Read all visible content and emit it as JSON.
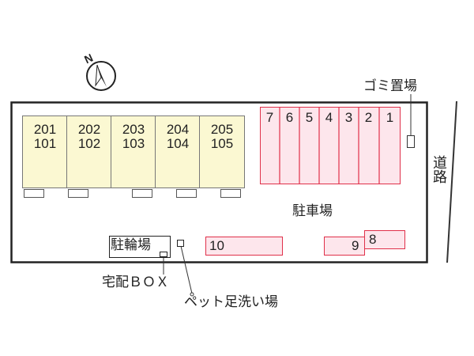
{
  "map": {
    "north_symbol": "N",
    "units": [
      {
        "upper": "201",
        "lower": "101"
      },
      {
        "upper": "202",
        "lower": "102"
      },
      {
        "upper": "203",
        "lower": "103"
      },
      {
        "upper": "204",
        "lower": "104"
      },
      {
        "upper": "205",
        "lower": "105"
      }
    ],
    "parking_top": [
      "7",
      "6",
      "5",
      "4",
      "3",
      "2",
      "1"
    ],
    "parking_bottom": {
      "ten": "10",
      "nine": "9",
      "eight": "8"
    },
    "labels": {
      "garbage": "ゴミ置場",
      "road": "道路",
      "parking": "駐車場",
      "bicycle": "駐輪場",
      "delivery_box": "宅配ＢＯＸ",
      "pet_wash": "ペット足洗い場"
    },
    "colors": {
      "building_fill": "#fbf8d2",
      "parking_fill": "#fde6ec",
      "parking_line": "#e0304a",
      "outline": "#222222"
    }
  }
}
